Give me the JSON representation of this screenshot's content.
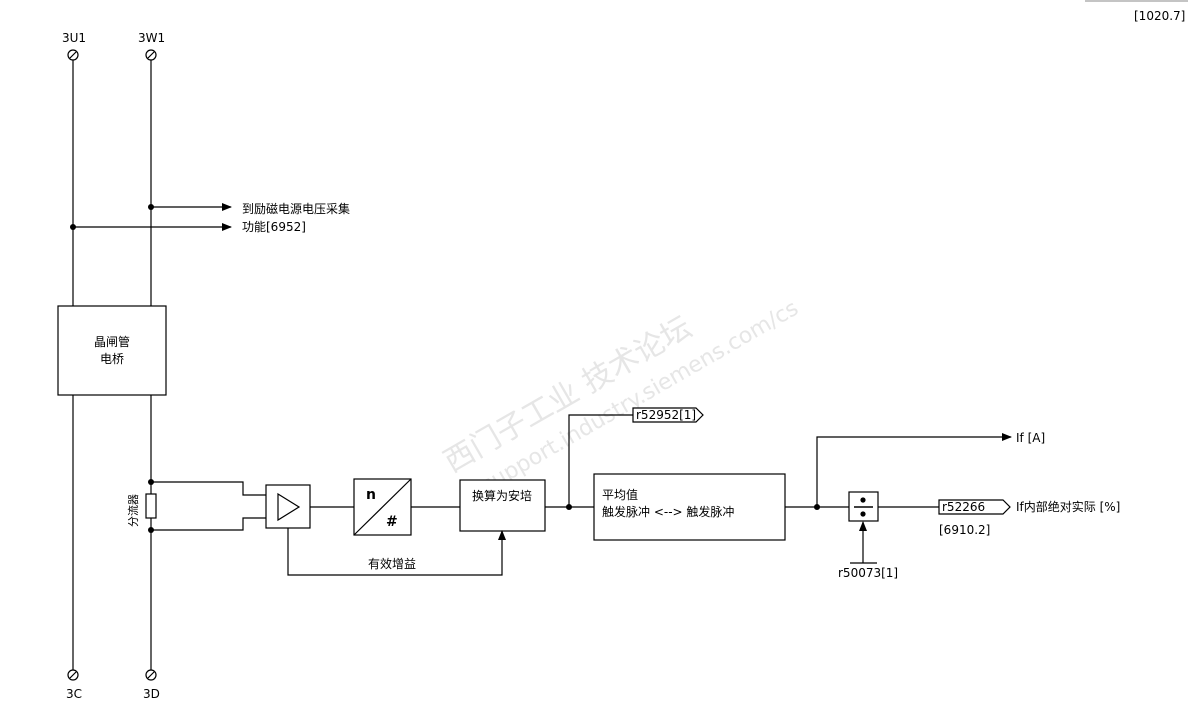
{
  "page_ref": "[1020.7]",
  "terminals": {
    "top_left": "3U1",
    "top_right": "3W1",
    "bottom_left": "3C",
    "bottom_right": "3D"
  },
  "voltage_tap": {
    "line1": "到励磁电源电压采集",
    "line2": "功能[6952]"
  },
  "thyristor_bridge": {
    "line1": "晶闸管",
    "line2": "电桥"
  },
  "shunt_label": "分流器",
  "adc": {
    "top": "n",
    "bottom": "#"
  },
  "convert_box": "换算为安培",
  "effective_gain": "有效增益",
  "param_r52952": "r52952[1]",
  "average_box": {
    "line1": "平均值",
    "line2": "触发脉冲 <--> 触发脉冲"
  },
  "if_output": "If [A]",
  "param_r52266": "r52266",
  "if_internal": "If内部绝对实际 [%]",
  "ref_6910": "[6910.2]",
  "param_r50073": "r50073[1]",
  "watermark": {
    "line1": "西门子工业 技术论坛",
    "line2": "support.industry.siemens.com/cs"
  }
}
